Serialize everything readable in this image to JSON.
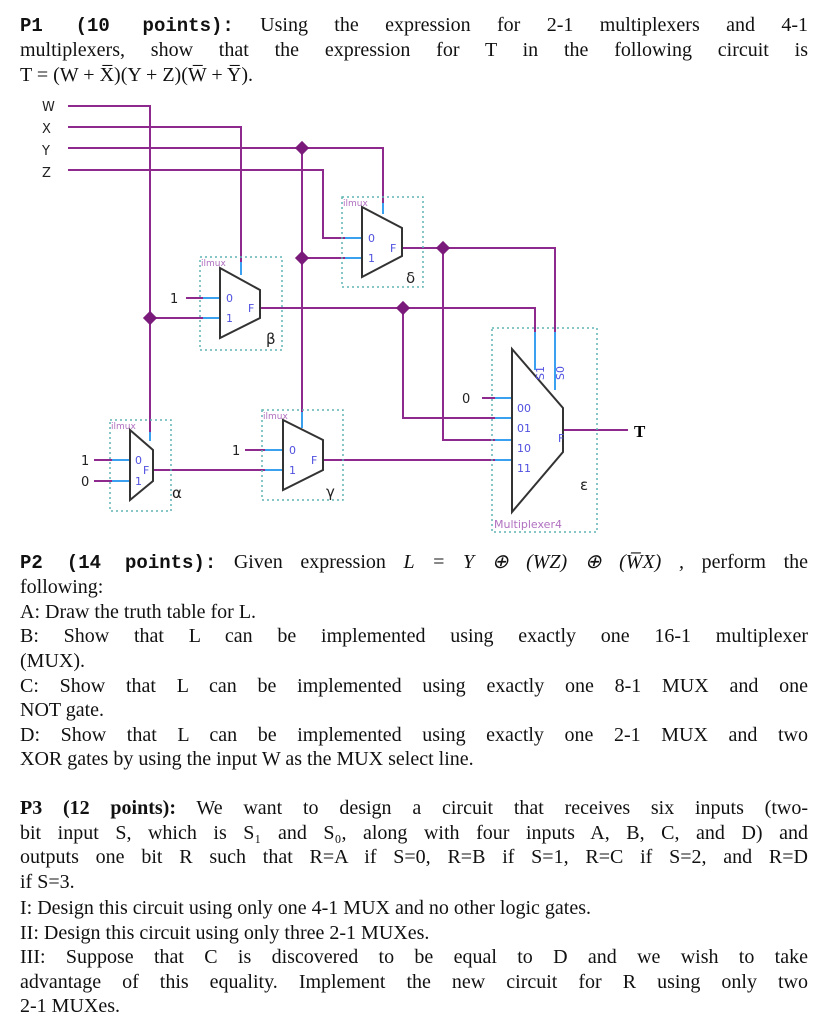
{
  "p1": {
    "heading": "P1 (10 points):",
    "line1": "Using the expression for 2-1 multiplexers and 4-1",
    "line2": "multiplexers, show that the expression for T in the following circuit is",
    "line3": "T = (W + X̅)(Y + Z)(W̅ + Y̅)."
  },
  "circuit": {
    "inputs": [
      "W",
      "X",
      "Y",
      "Z"
    ],
    "mux_tag": "ilmux",
    "mux4_tag": "Multiplexer4",
    "pin_labels": {
      "in0": "0",
      "in1": "1",
      "out": "F",
      "s1": "S1",
      "s0": "S0",
      "i00": "00",
      "i01": "01",
      "i10": "10",
      "i11": "11"
    },
    "constants": {
      "beta_in0": "1",
      "alpha_in0": "1",
      "alpha_in1": "0",
      "gamma_in0": "1",
      "mux4_in00": "0"
    },
    "mux_names": {
      "alpha": "α",
      "beta": "β",
      "gamma": "γ",
      "delta": "δ",
      "epsilon": "ε"
    },
    "output": "T"
  },
  "p2": {
    "heading": "P2 (14 points):",
    "line1_text": "Given expression",
    "line1_math": "L = Y ⊕ (WZ) ⊕ (W̅X) ,",
    "line1_end": "perform the",
    "lines": [
      "following:",
      "A: Draw the truth table for L.",
      "B: Show that L can be implemented using exactly one 16-1 multiplexer",
      "(MUX).",
      "C: Show that L can be implemented using exactly one 8-1 MUX and one",
      "NOT gate.",
      "D: Show that L can be implemented using exactly one 2-1 MUX and two",
      "XOR gates by using the input W as the MUX select line."
    ]
  },
  "p3": {
    "heading": "P3 (12 points):",
    "line1": "We want to design a circuit that receives six inputs (two-",
    "lines": [
      "bit input S, which is S₁ and S₀, along with four inputs A, B, C, and D) and",
      "outputs one bit R such that R=A if S=0, R=B if S=1, R=C if S=2, and R=D",
      "if S=3.",
      "I: Design this circuit using only one 4-1 MUX and no other logic gates.",
      "II: Design this circuit using only three 2-1 MUXes.",
      "III: Suppose that C is discovered to be equal to D and we wish to take",
      "advantage of this equality. Implement the new circuit for R using only two",
      "2-1 MUXes."
    ]
  }
}
